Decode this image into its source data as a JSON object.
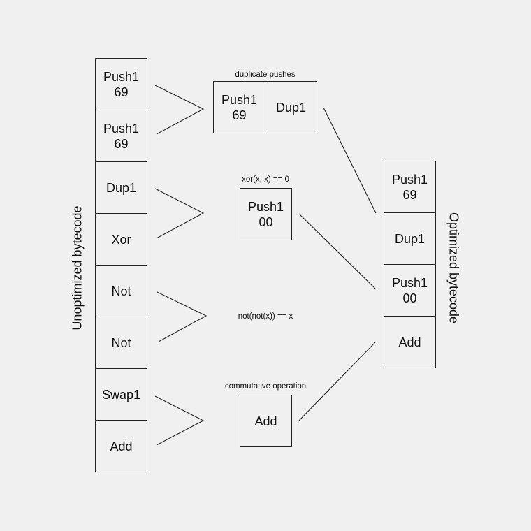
{
  "left_label": "Unoptimized bytecode",
  "right_label": "Optimized bytecode",
  "unoptimized": [
    "Push1\n69",
    "Push1\n69",
    "Dup1",
    "Xor",
    "Not",
    "Not",
    "Swap1",
    "Add"
  ],
  "optimized": [
    "Push1\n69",
    "Dup1",
    "Push1\n00",
    "Add"
  ],
  "groups": {
    "dup": {
      "label": "duplicate pushes",
      "cells": [
        "Push1\n69",
        "Dup1"
      ]
    },
    "xor": {
      "label": "xor(x, x) == 0",
      "cells": [
        "Push1\n00"
      ]
    },
    "not": {
      "label": "not(not(x)) == x"
    },
    "comm": {
      "label": "commutative operation",
      "cells": [
        "Add"
      ]
    }
  }
}
